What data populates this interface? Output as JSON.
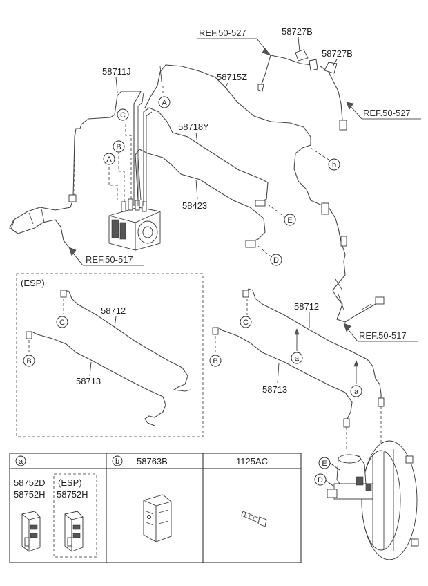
{
  "labels": {
    "p58711J": "58711J",
    "p58715Z": "58715Z",
    "p58718Y": "58718Y",
    "p58423": "58423",
    "p58727B_1": "58727B",
    "p58727B_2": "58727B",
    "ref_50_527_top": "REF.50-527",
    "ref_50_527_right": "REF.50-527",
    "ref_50_517_left": "REF.50-517",
    "ref_50_517_right": "REF.50-517",
    "esp_box_title": "(ESP)",
    "esp_58712": "58712",
    "esp_58713": "58713",
    "main_58712": "58712",
    "main_58713": "58713"
  },
  "callouts": {
    "A": "A",
    "B": "B",
    "C": "C",
    "D": "D",
    "E": "E",
    "a": "a",
    "b": "b"
  },
  "table": {
    "col_a_letter": "a",
    "col_b_letter": "b",
    "col_b_part": "58763B",
    "col_c_part": "1125AC",
    "col_a_part1": "58752D",
    "col_a_part2": "58752H",
    "col_a_esp_title": "(ESP)",
    "col_a_esp_part": "58752H"
  }
}
